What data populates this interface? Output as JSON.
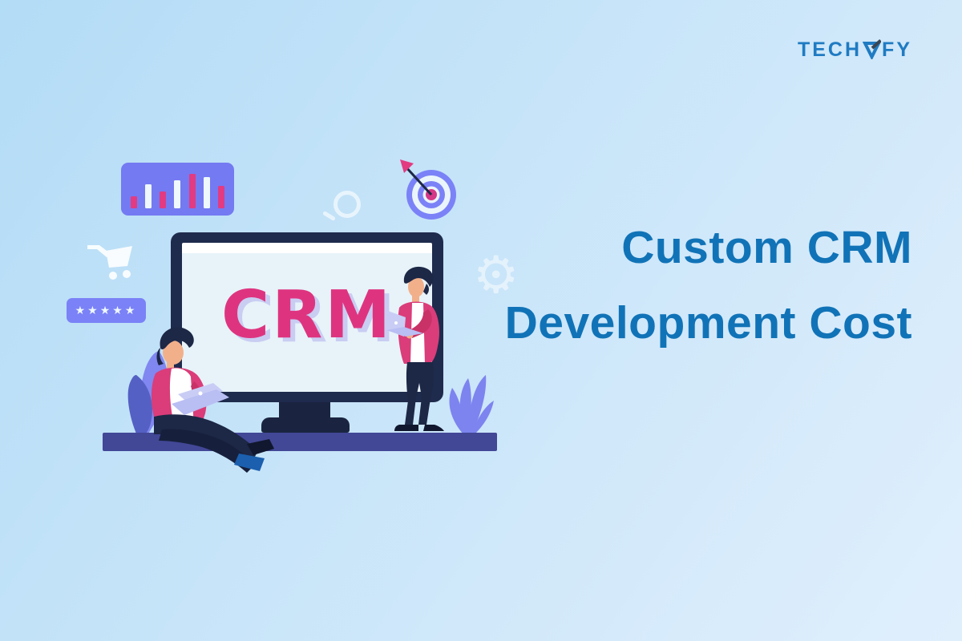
{
  "brand": {
    "name": "TECHVFY",
    "prefix": "TECH",
    "suffix": "FY",
    "color": "#1f7bc2"
  },
  "title": {
    "line1": "Custom CRM",
    "line2": "Development Cost",
    "color": "#1173b7"
  },
  "monitor": {
    "screen_text": "CRM",
    "text_color": "#de3480",
    "text_shadow_color": "#c9cdf2"
  },
  "badges": {
    "stars": "★★★★★"
  },
  "icons": {
    "gear_glyph": "⚙",
    "bar_chart": "bar-chart-icon",
    "target": "target-dart-icon",
    "cart": "shopping-cart-icon",
    "magnifier": "search-icon"
  },
  "bar_chart_icon": {
    "bars": [
      {
        "height": 15,
        "color": "#e23b82"
      },
      {
        "height": 30,
        "color": "#eef8fd"
      },
      {
        "height": 21,
        "color": "#e23b82"
      },
      {
        "height": 35,
        "color": "#eef8fd"
      },
      {
        "height": 43,
        "color": "#e23b82"
      },
      {
        "height": 39,
        "color": "#eef8fd"
      },
      {
        "height": 28,
        "color": "#e23b82"
      }
    ]
  },
  "colors": {
    "background_start": "#b3dcf6",
    "background_end": "#e0effc",
    "title_blue": "#1173b7",
    "brand_blue": "#1f7bc2",
    "jacket_pink": "#da3d79",
    "crm_pink": "#de3480",
    "crm_shadow_lavender": "#c9cdf2",
    "monitor_navy": "#1f2b4d",
    "icon_purple": "#7b82f7",
    "platform_indigo": "#424796",
    "laptop_lavender": "#c9cdf5",
    "skin": "#f2b08a",
    "shoe_blue": "#1b5fae"
  }
}
